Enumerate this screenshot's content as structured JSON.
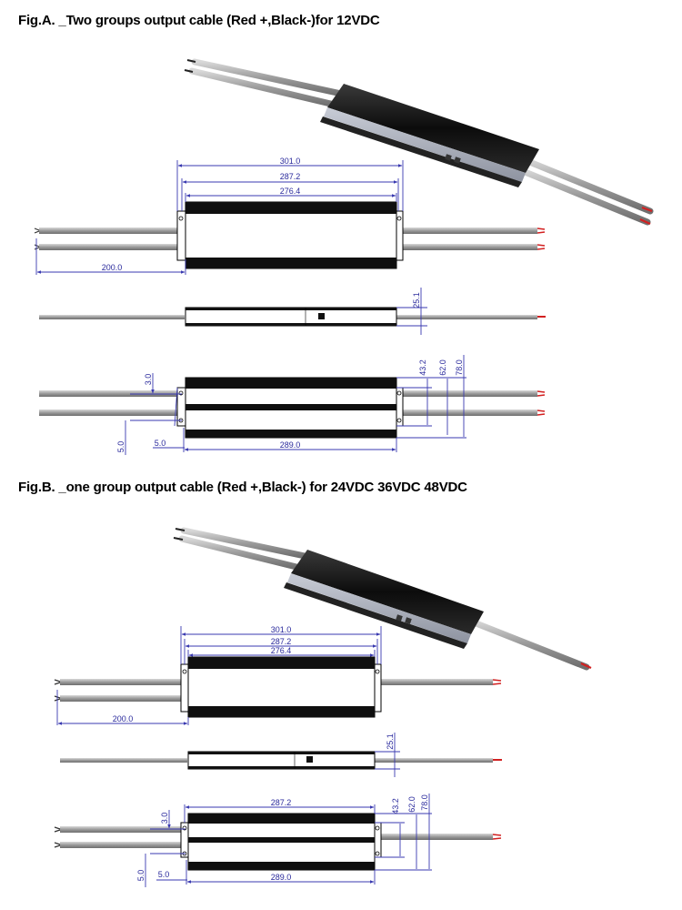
{
  "figures": [
    {
      "title": "Fig.A. _Two groups output cable (Red +,Black-)for 12VDC",
      "dims": {
        "overall_length": "301.0",
        "mount_length": "287.2",
        "body_length": "276.4",
        "cable_length": "200.0",
        "height": "25.1",
        "width_inner": "43.2",
        "width_mid": "62.0",
        "width_outer": "78.0",
        "hole_spacing": "289.0",
        "offset_a": "3.0",
        "offset_b": "5.0",
        "offset_c": "5.0"
      }
    },
    {
      "title": "Fig.B. _one group output cable (Red +,Black-) for 24VDC 36VDC 48VDC",
      "dims": {
        "overall_length": "301.0",
        "mount_length": "287.2",
        "body_length": "276.4",
        "cable_length": "200.0",
        "height": "25.1",
        "bottom_mount_length": "287.2",
        "width_inner": "43.2",
        "width_mid": "62.0",
        "width_outer": "78.0",
        "hole_spacing": "289.0",
        "offset_a": "3.0",
        "offset_b": "5.0",
        "offset_c": "5.0"
      }
    }
  ],
  "colors": {
    "dimension": "#3a3ab0",
    "body": "#111111",
    "cable": "#9a9a9a",
    "red_wire": "#d22020"
  }
}
